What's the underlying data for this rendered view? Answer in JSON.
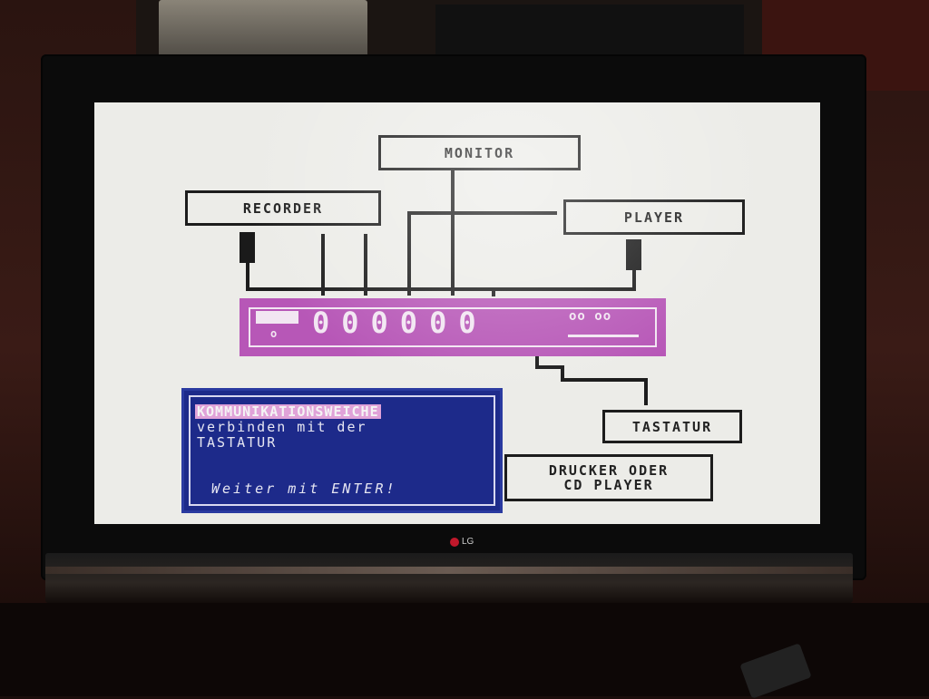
{
  "screen": {
    "labels": {
      "monitor": "MONITOR",
      "recorder": "RECORDER",
      "player": "PLAYER",
      "tastatur": "TASTATUR",
      "drucker_line1": "DRUCKER ODER",
      "drucker_line2": "CD PLAYER"
    },
    "switch_box": {
      "digits": "000000",
      "small_o": "o",
      "dots": "oo oo"
    },
    "message": {
      "title": "KOMMUNIKATIONSWEICHE",
      "line1": "verbinden mit der",
      "line2": "TASTATUR",
      "prompt": "Weiter mit ENTER!"
    }
  },
  "tv": {
    "brand": "LG"
  },
  "colors": {
    "screen_bg": "#ecece8",
    "switch_magenta": "#b757b7",
    "message_blue": "#1d2a8a",
    "highlight_pink": "#e0a2d8"
  }
}
